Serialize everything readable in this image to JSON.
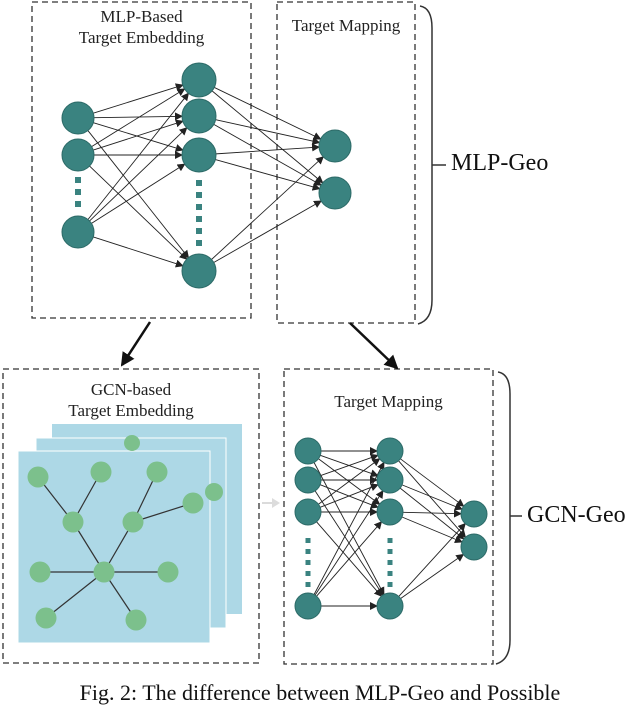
{
  "diagram": {
    "top_block": {
      "embedding_title_line1": "MLP-Based",
      "embedding_title_line2": "Target Embedding",
      "mapping_title": "Target Mapping",
      "model_label": "MLP-Geo"
    },
    "bottom_block": {
      "embedding_title_line1": "GCN-based",
      "embedding_title_line2": "Target Embedding",
      "mapping_title": "Target Mapping",
      "model_label": "GCN-Geo"
    },
    "caption": "Fig. 2: The difference between MLP-Geo and Possible"
  },
  "colors": {
    "node": "#3a8380",
    "node_stroke": "#2c6a67",
    "graph_node": "#7cc08c",
    "graph_bg": "#add8e6",
    "edge": "#222222",
    "dashed_box": "#333333"
  }
}
